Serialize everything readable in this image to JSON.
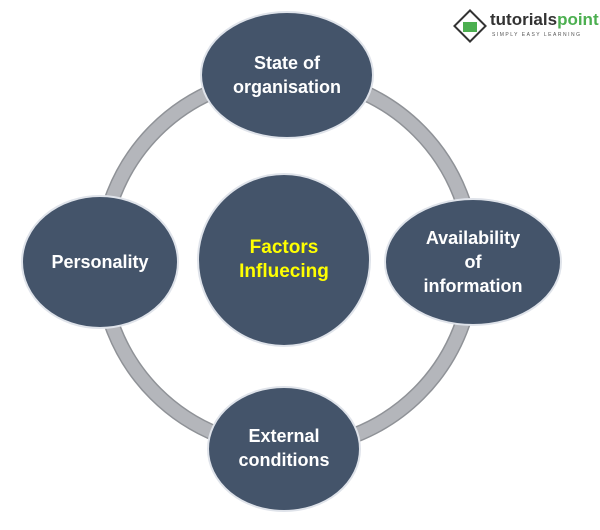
{
  "logo": {
    "brand_part1": "tutorials",
    "brand_part2": "point",
    "tagline": "SIMPLY EASY LEARNING"
  },
  "center": {
    "line1": "Factors",
    "line2": "Influecing"
  },
  "nodes": {
    "top": {
      "line1": "State of",
      "line2": "organisation"
    },
    "right": {
      "line1": "Availability",
      "line2": "of",
      "line3": "information"
    },
    "bottom": {
      "line1": "External",
      "line2": "conditions"
    },
    "left": {
      "line1": "Personality"
    }
  },
  "colors": {
    "node": "#44546a",
    "ring": "#b4b6bb",
    "center_text": "#ffff00"
  }
}
